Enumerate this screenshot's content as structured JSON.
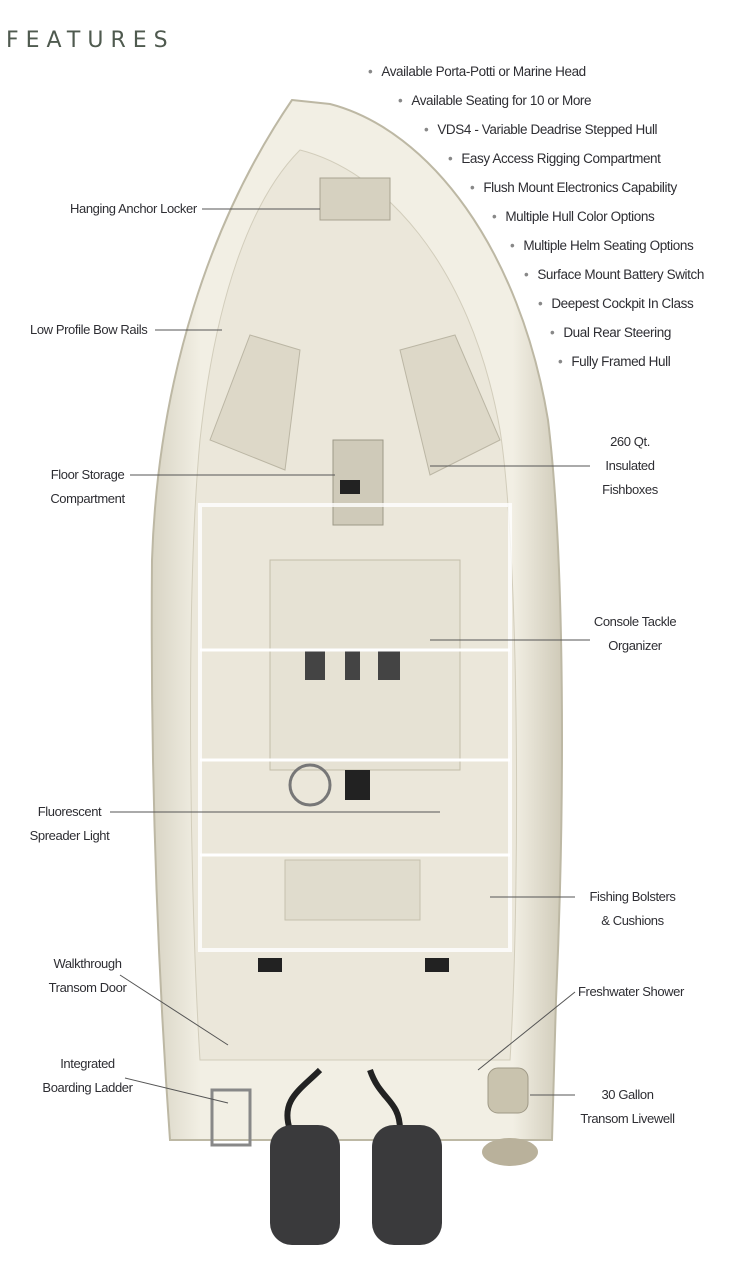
{
  "title": "FEATURES",
  "bullets": [
    "Available Porta-Potti or Marine Head",
    "Available Seating for 10 or More",
    "VDS4 - Variable Deadrise Stepped Hull",
    "Easy Access Rigging Compartment",
    "Flush Mount Electronics Capability",
    "Multiple Hull Color Options",
    "Multiple Helm Seating Options",
    "Surface Mount Battery Switch",
    "Deepest Cockpit In Class",
    "Dual Rear Steering",
    "Fully Framed Hull"
  ],
  "callouts": {
    "anchor": "Hanging Anchor Locker",
    "bow_rails": "Low Profile Bow Rails",
    "floor_storage_1": "Floor Storage",
    "floor_storage_2": "Compartment",
    "fishbox_1": "260 Qt.",
    "fishbox_2": "Insulated",
    "fishbox_3": "Fishboxes",
    "tackle_1": "Console Tackle",
    "tackle_2": "Organizer",
    "light_1": "Fluorescent",
    "light_2": "Spreader Light",
    "bolsters_1": "Fishing Bolsters",
    "bolsters_2": "& Cushions",
    "door_1": "Walkthrough",
    "door_2": "Transom Door",
    "shower": "Freshwater Shower",
    "ladder_1": "Integrated",
    "ladder_2": "Boarding Ladder",
    "livewell_1": "30 Gallon",
    "livewell_2": "Transom Livewell"
  }
}
